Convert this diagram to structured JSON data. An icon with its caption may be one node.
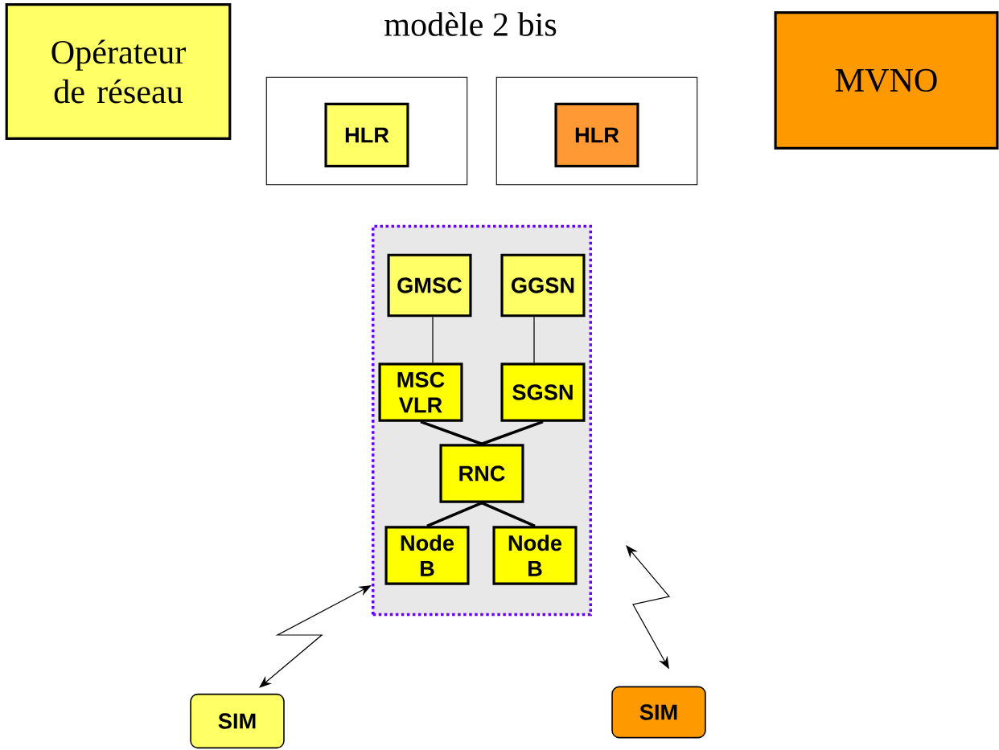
{
  "diagram": {
    "title": "modèle 2 bis",
    "nodes": [
      {
        "text": [
          "Opérateur de réseau"
        ]
      },
      {
        "text": [
          "MVNO"
        ]
      },
      {
        "text": [],
        "shape": "box"
      },
      {
        "text": [
          "HLR"
        ],
        "in": 2
      },
      {
        "text": [],
        "shape": "box"
      },
      {
        "text": [
          "HLR"
        ],
        "in": 4
      },
      {
        "text": [],
        "shape": "box"
      },
      {
        "text": [
          "GMSC"
        ],
        "in": 6
      },
      {
        "text": [
          "GGSN"
        ],
        "in": 6
      },
      {
        "text": [
          "MSC VLR"
        ],
        "in": 6
      },
      {
        "text": [
          "SGSN"
        ],
        "in": 6
      },
      {
        "text": [
          "RNC"
        ],
        "in": 6
      },
      {
        "text": [
          "Node B"
        ],
        "in": 6
      },
      {
        "text": [
          "Node B"
        ],
        "in": 6
      },
      {
        "text": [
          "SIM"
        ]
      },
      {
        "text": [
          "SIM"
        ]
      }
    ],
    "edges": [
      {
        "from": 7,
        "to": 9,
        "arrow": "none"
      },
      {
        "from": 8,
        "to": 10,
        "arrow": "none"
      },
      {
        "from": 9,
        "to": 11,
        "arrow": "none",
        "style": "thick"
      },
      {
        "from": 10,
        "to": 11,
        "arrow": "none",
        "style": "thick"
      },
      {
        "from": 11,
        "to": 12,
        "arrow": "none",
        "style": "thick"
      },
      {
        "from": 11,
        "to": 13,
        "arrow": "none",
        "style": "thick"
      },
      {
        "from": 14,
        "to": 6,
        "arrow": "both"
      },
      {
        "from": 15,
        "to": null,
        "arrow": "both"
      }
    ]
  }
}
